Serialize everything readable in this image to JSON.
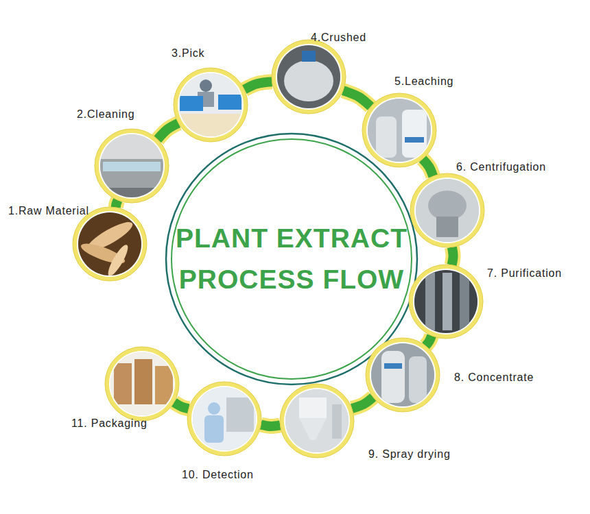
{
  "diagram": {
    "title": "PLANT EXTRACT PROCESS FLOW",
    "nodes": [
      {
        "text": [
          "1.Raw Material"
        ]
      },
      {
        "text": [
          "2.Cleaning"
        ]
      },
      {
        "text": [
          "3.Pick"
        ]
      },
      {
        "text": [
          "4.Crushed"
        ]
      },
      {
        "text": [
          "5.Leaching"
        ]
      },
      {
        "text": [
          "6. Centrifugation"
        ]
      },
      {
        "text": [
          "7. Purification"
        ]
      },
      {
        "text": [
          "8. Concentrate"
        ]
      },
      {
        "text": [
          "9. Spray drying"
        ]
      },
      {
        "text": [
          "10. Detection"
        ]
      },
      {
        "text": [
          "11. Packaging"
        ]
      }
    ],
    "edges": [
      {
        "from": 0,
        "to": 1,
        "arrow": "none"
      },
      {
        "from": 1,
        "to": 2,
        "arrow": "none"
      },
      {
        "from": 2,
        "to": 3,
        "arrow": "none"
      },
      {
        "from": 3,
        "to": 4,
        "arrow": "none"
      },
      {
        "from": 4,
        "to": 5,
        "arrow": "none"
      },
      {
        "from": 5,
        "to": 6,
        "arrow": "none"
      },
      {
        "from": 6,
        "to": 7,
        "arrow": "none"
      },
      {
        "from": 7,
        "to": 8,
        "arrow": "none"
      },
      {
        "from": 8,
        "to": 9,
        "arrow": "none"
      },
      {
        "from": 9,
        "to": 10,
        "arrow": "none"
      }
    ]
  }
}
